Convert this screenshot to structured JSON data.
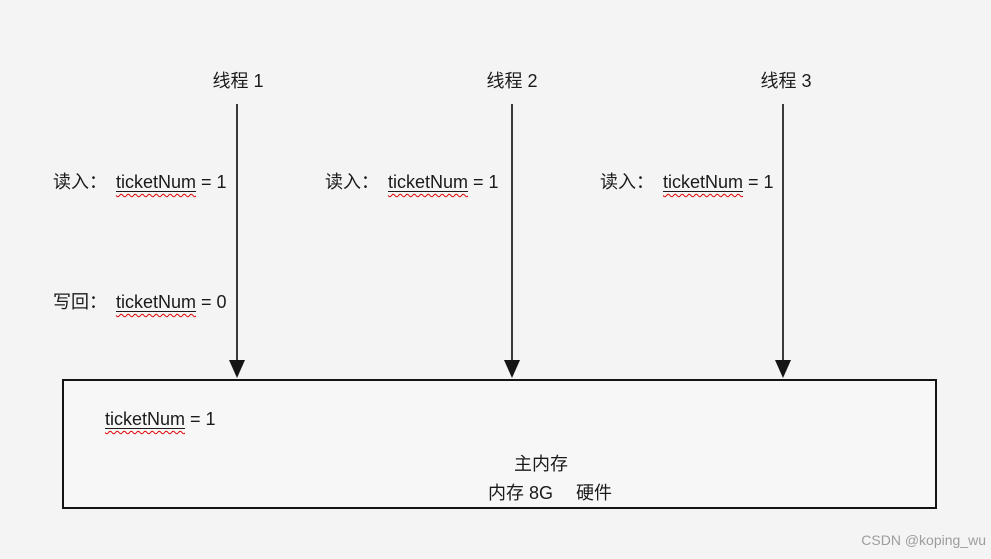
{
  "diagram": {
    "threads": [
      {
        "label": "线程 1"
      },
      {
        "label": "线程 2"
      },
      {
        "label": "线程 3"
      }
    ],
    "annotations": {
      "read_label": "读入：",
      "write_label": "写回：",
      "var_name": "ticketNum",
      "read_value": " = 1",
      "write_value": " = 0"
    },
    "memory_box": {
      "var_name": "ticketNum",
      "var_value": " = 1",
      "title": "主内存",
      "subtitle": "内存 8G　 硬件"
    },
    "watermark": "CSDN @koping_wu",
    "colors": {
      "background": "#f4f4f4",
      "box_fill": "#f7f7f7",
      "box_border": "#141414",
      "line": "#3a3a3a",
      "text": "#1a1a1a",
      "spellcheck_underline": "#e00000",
      "watermark": "#9d9d9d"
    }
  }
}
